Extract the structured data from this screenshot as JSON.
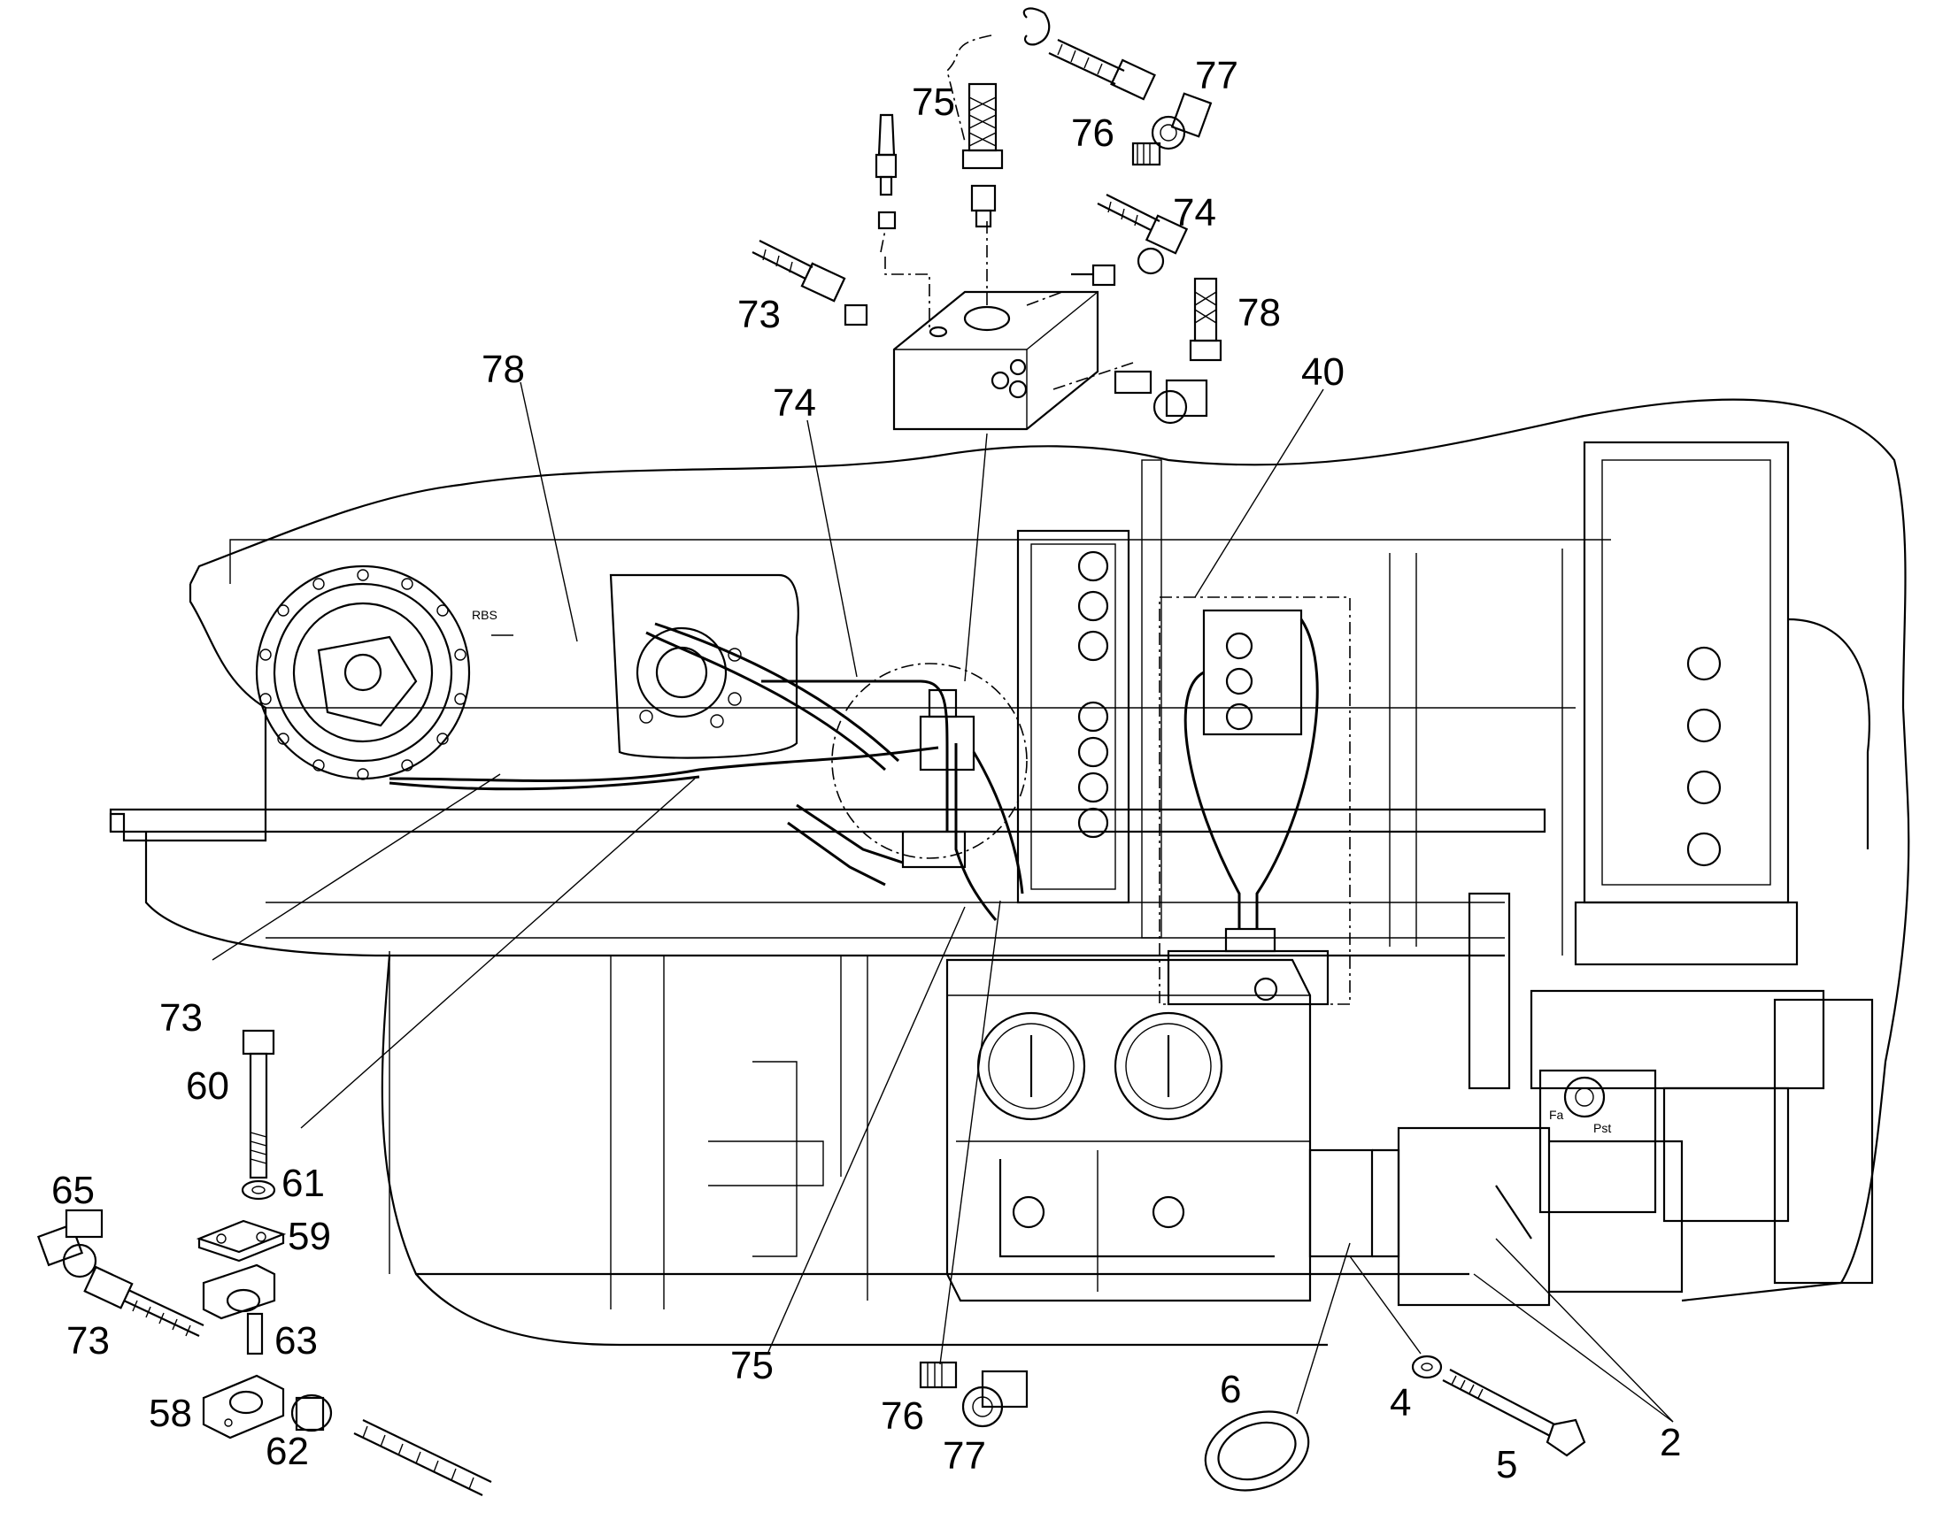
{
  "callouts": [
    {
      "id": "73a",
      "label": "73"
    },
    {
      "id": "75a",
      "label": "75"
    },
    {
      "id": "76a",
      "label": "76"
    },
    {
      "id": "77a",
      "label": "77"
    },
    {
      "id": "74a",
      "label": "74"
    },
    {
      "id": "78a",
      "label": "78"
    },
    {
      "id": "78b",
      "label": "78"
    },
    {
      "id": "74b",
      "label": "74"
    },
    {
      "id": "40",
      "label": "40"
    },
    {
      "id": "73b",
      "label": "73"
    },
    {
      "id": "60",
      "label": "60"
    },
    {
      "id": "61",
      "label": "61"
    },
    {
      "id": "65",
      "label": "65"
    },
    {
      "id": "59",
      "label": "59"
    },
    {
      "id": "73c",
      "label": "73"
    },
    {
      "id": "63",
      "label": "63"
    },
    {
      "id": "58",
      "label": "58"
    },
    {
      "id": "62",
      "label": "62"
    },
    {
      "id": "75b",
      "label": "75"
    },
    {
      "id": "76b",
      "label": "76"
    },
    {
      "id": "77b",
      "label": "77"
    },
    {
      "id": "6",
      "label": "6"
    },
    {
      "id": "4",
      "label": "4"
    },
    {
      "id": "5",
      "label": "5"
    },
    {
      "id": "2",
      "label": "2"
    }
  ],
  "inline_labels": {
    "rbs": "RBS",
    "pump_a": "Fa",
    "pump_b": "Pst"
  }
}
